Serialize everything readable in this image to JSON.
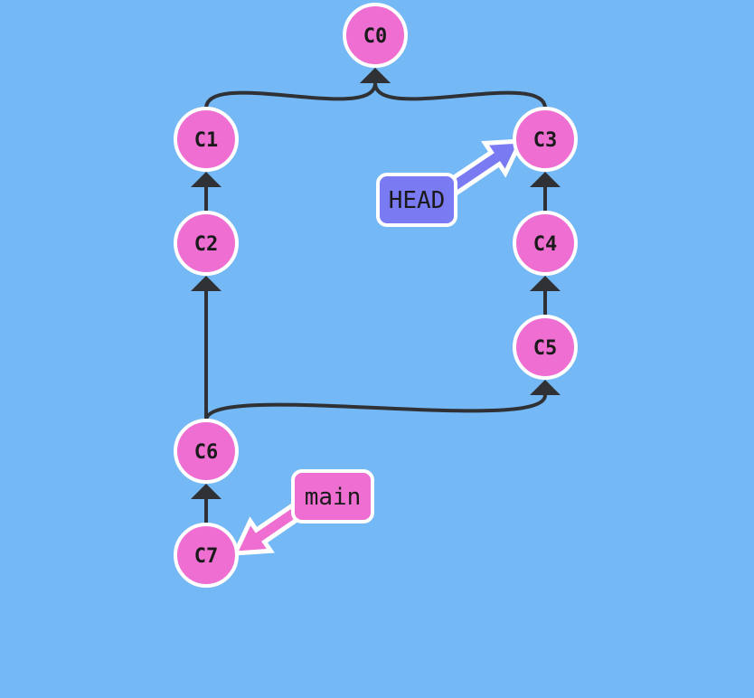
{
  "colors": {
    "background": "#74b8f5",
    "commit_fill": "#ee6fd1",
    "commit_stroke": "#ffffff",
    "edge": "#2f3135",
    "head_fill": "#7a7af3",
    "main_fill": "#ee6fd1"
  },
  "commits": [
    {
      "id": "C0",
      "label": "C0"
    },
    {
      "id": "C1",
      "label": "C1"
    },
    {
      "id": "C2",
      "label": "C2"
    },
    {
      "id": "C3",
      "label": "C3"
    },
    {
      "id": "C4",
      "label": "C4"
    },
    {
      "id": "C5",
      "label": "C5"
    },
    {
      "id": "C6",
      "label": "C6"
    },
    {
      "id": "C7",
      "label": "C7"
    }
  ],
  "edges": [
    {
      "from": "C1",
      "to": "C0"
    },
    {
      "from": "C3",
      "to": "C0"
    },
    {
      "from": "C2",
      "to": "C1"
    },
    {
      "from": "C4",
      "to": "C3"
    },
    {
      "from": "C5",
      "to": "C4"
    },
    {
      "from": "C6",
      "to": "C2"
    },
    {
      "from": "C6",
      "to": "C5"
    },
    {
      "from": "C7",
      "to": "C6"
    }
  ],
  "refs": [
    {
      "id": "head",
      "label": "HEAD",
      "target": "C3"
    },
    {
      "id": "main",
      "label": "main",
      "target": "C7"
    }
  ]
}
